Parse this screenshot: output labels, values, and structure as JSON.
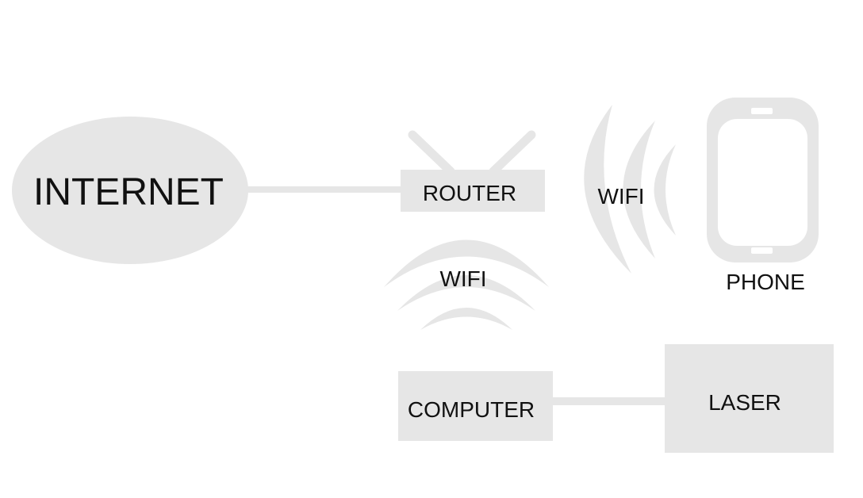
{
  "nodes": {
    "internet": "INTERNET",
    "router": "ROUTER",
    "computer": "COMPUTER",
    "laser": "LASER",
    "phone": "PHONE"
  },
  "wifi_labels": {
    "router_to_computer": "WIFI",
    "router_to_phone": "WIFI"
  },
  "colors": {
    "shape_fill": "#e6e6e6",
    "text": "#111111",
    "background": "#ffffff"
  },
  "icons": {
    "router_antennas": "router-antenna-icon",
    "wifi_signal": "wifi-waves-icon",
    "phone": "smartphone-icon"
  }
}
